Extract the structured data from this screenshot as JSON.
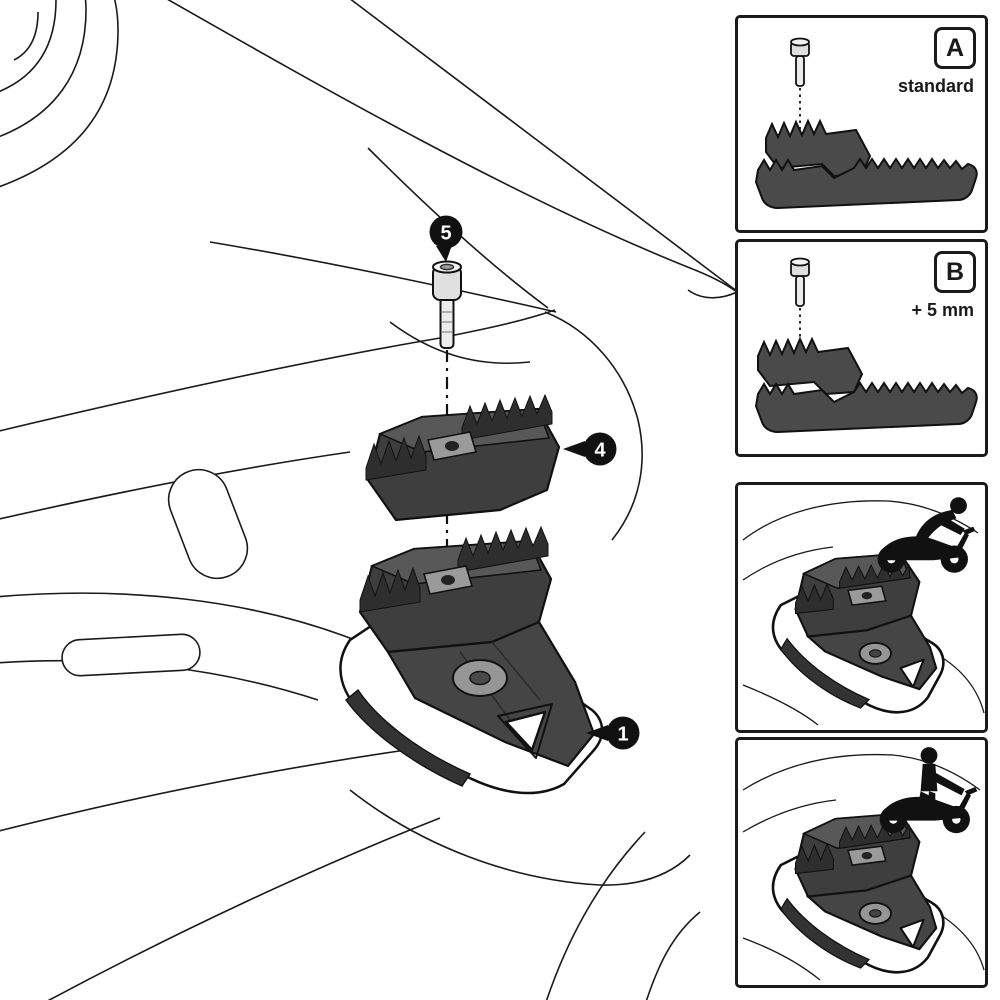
{
  "colors": {
    "line": "#1a1a1a",
    "part_dark": "#3e3e3e",
    "part_top": "#585858",
    "part_plate": "#454545",
    "badge": "#111111",
    "white": "#ffffff"
  },
  "main": {
    "callouts": {
      "screw": "5",
      "extension_pad": "4",
      "pedal": "1"
    }
  },
  "panels": {
    "variant_a": {
      "label": "A",
      "caption": "standard"
    },
    "variant_b": {
      "label": "B",
      "caption": "+ 5 mm"
    }
  }
}
